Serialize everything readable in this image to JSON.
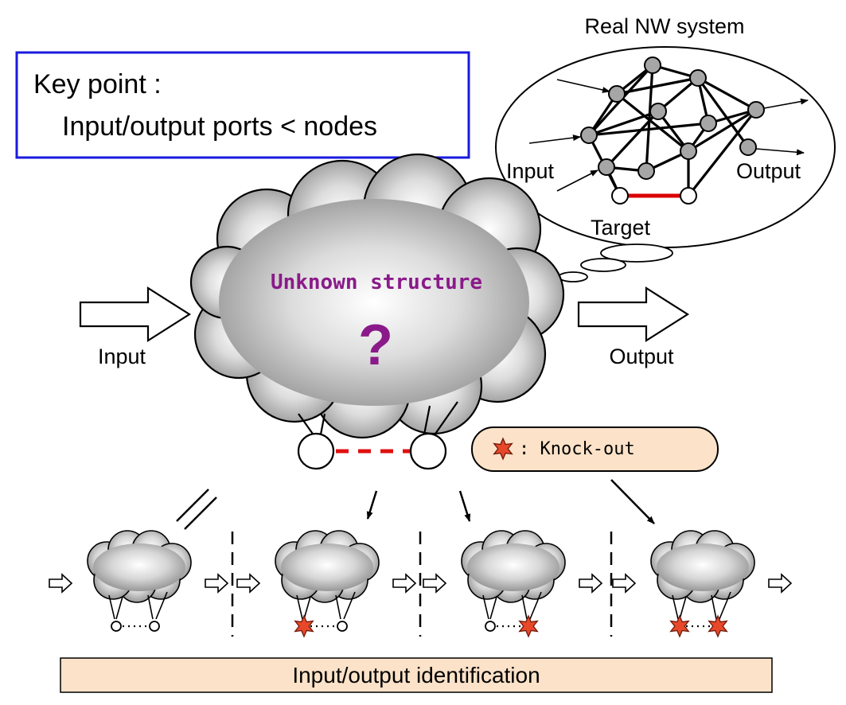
{
  "key_point": {
    "title": "Key point :",
    "text": "Input/output ports < nodes",
    "border_color": "#1a1adf"
  },
  "real_network": {
    "title": "Real NW system",
    "input_label": "Input",
    "output_label": "Output",
    "target_label": "Target",
    "target_edge_color": "#d90000",
    "node_fill": "#a6a6a6"
  },
  "main_cloud": {
    "heading": "Unknown structure",
    "question_mark": "?",
    "text_color": "#8a1a8a",
    "input_label": "Input",
    "output_label": "Output",
    "link_color": "#e01010"
  },
  "legend": {
    "label": ": Knock-out",
    "icon": "knockout-star-icon",
    "background": "#fbe2c8",
    "star_color": "#e8482a"
  },
  "equivalence_symbol": "//",
  "footer": {
    "label": "Input/output identification",
    "background": "#fbe2c8"
  },
  "panels": [
    {
      "name": "original",
      "left_knocked_out": false,
      "right_knocked_out": false
    },
    {
      "name": "left-knock-out",
      "left_knocked_out": true,
      "right_knocked_out": false
    },
    {
      "name": "right-knock-out",
      "left_knocked_out": false,
      "right_knocked_out": true
    },
    {
      "name": "both-knock-out",
      "left_knocked_out": true,
      "right_knocked_out": true
    }
  ]
}
